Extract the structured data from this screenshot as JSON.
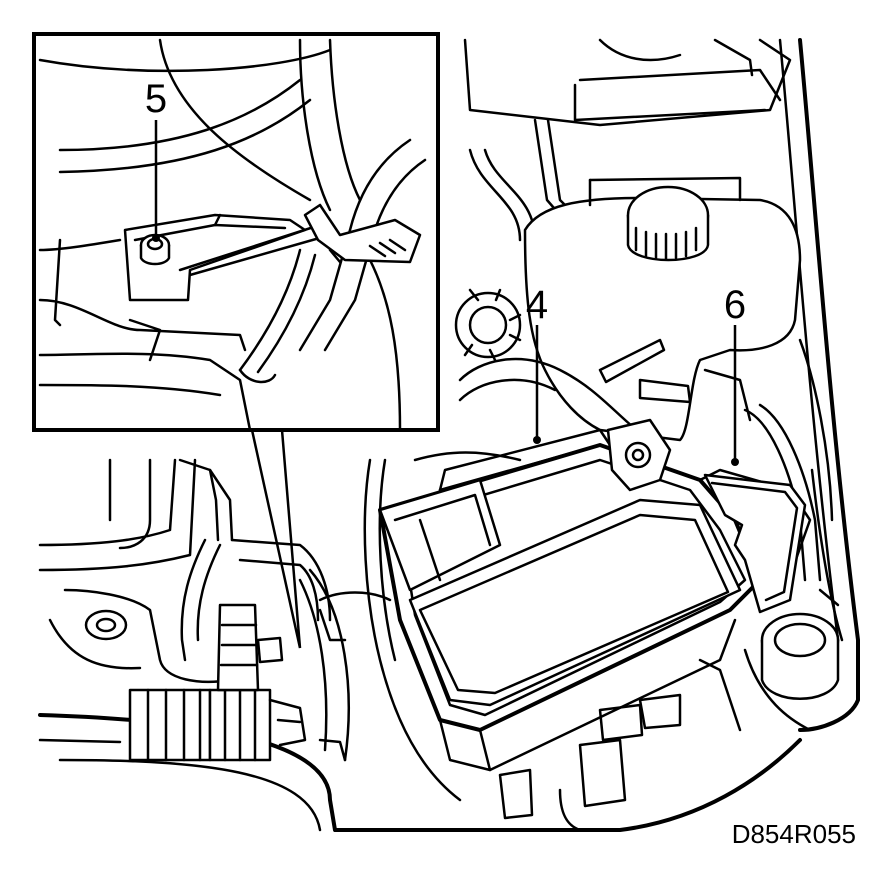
{
  "callouts": {
    "item_4": "4",
    "item_5": "5",
    "item_6": "6"
  },
  "reference_code": "D854R055"
}
